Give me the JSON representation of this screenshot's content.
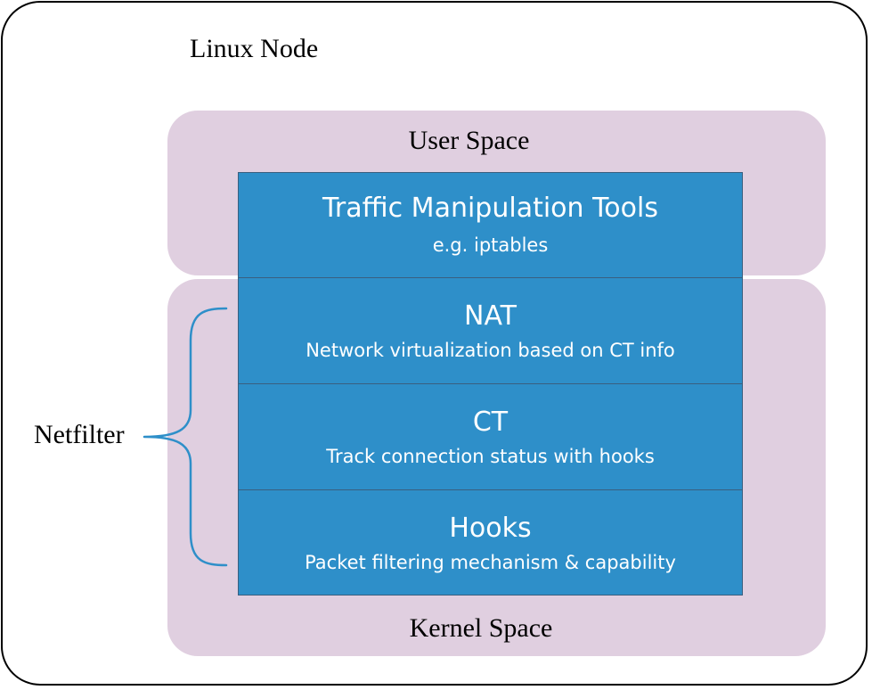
{
  "diagram": {
    "node_label": "Linux Node",
    "user_space": {
      "label": "User Space"
    },
    "kernel_space": {
      "label": "Kernel Space"
    },
    "layers": [
      {
        "name": "Traffic Manipulation Tools",
        "description": "e.g. iptables"
      },
      {
        "name": "NAT",
        "description": "Network virtualization based on CT info"
      },
      {
        "name": "CT",
        "description": "Track connection status with hooks"
      },
      {
        "name": "Hooks",
        "description": "Packet filtering mechanism & capability"
      }
    ],
    "group_label": "Netfilter"
  },
  "colors": {
    "region_fill": "#e0cfe0",
    "layer_fill": "#2e8fc9",
    "layer_border": "#3a5f7f",
    "brace_stroke": "#2e8fc9",
    "text_on_layer": "#ffffff",
    "outline": "#000000"
  }
}
